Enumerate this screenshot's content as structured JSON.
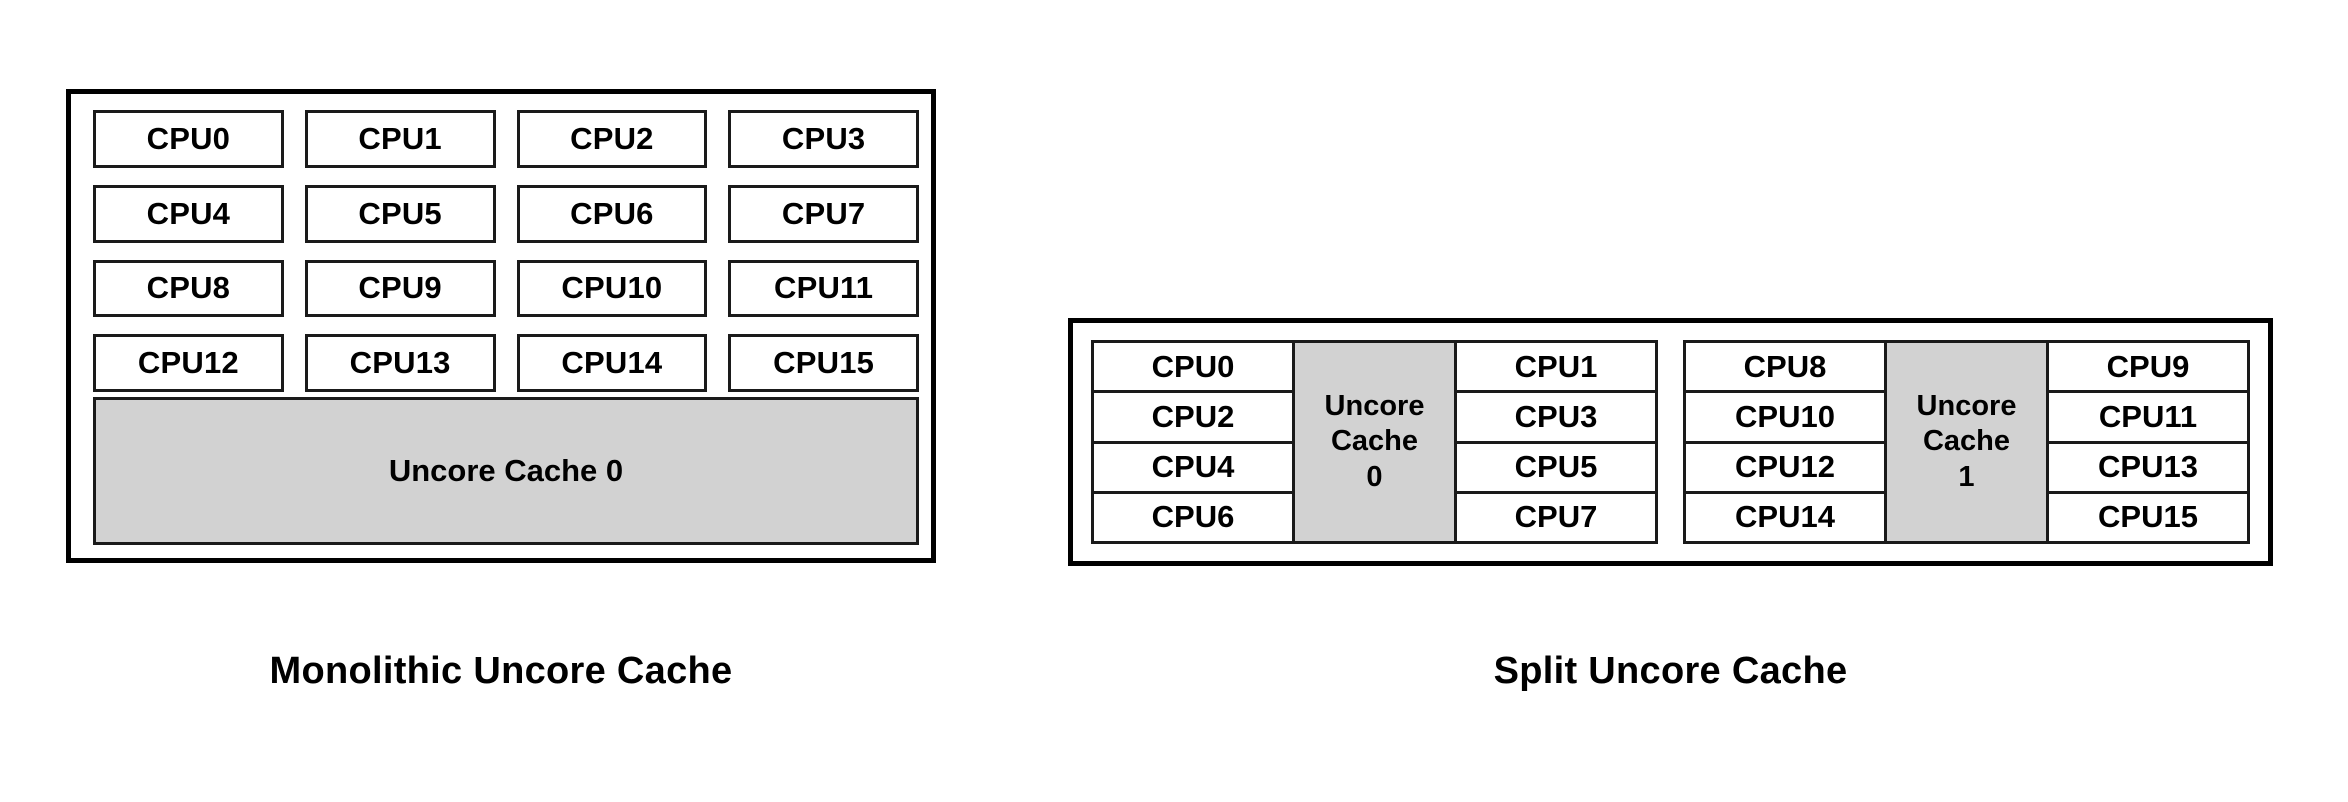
{
  "colors": {
    "cache_fill": "#d2d2d2",
    "box_border": "#1a1a1a",
    "outer_border": "#000000",
    "background": "#ffffff",
    "text": "#000000"
  },
  "monolithic": {
    "caption": "Monolithic Uncore Cache",
    "cpu_grid": {
      "columns": 4,
      "rows": 4,
      "labels": [
        "CPU0",
        "CPU1",
        "CPU2",
        "CPU3",
        "CPU4",
        "CPU5",
        "CPU6",
        "CPU7",
        "CPU8",
        "CPU9",
        "CPU10",
        "CPU11",
        "CPU12",
        "CPU13",
        "CPU14",
        "CPU15"
      ]
    },
    "uncore_cache": {
      "label": "Uncore Cache 0"
    }
  },
  "split": {
    "caption": "Split Uncore Cache",
    "clusters": [
      {
        "left_column": [
          "CPU0",
          "CPU2",
          "CPU4",
          "CPU6"
        ],
        "cache_line1": "Uncore",
        "cache_line2": "Cache",
        "cache_line3": "0",
        "right_column": [
          "CPU1",
          "CPU3",
          "CPU5",
          "CPU7"
        ]
      },
      {
        "left_column": [
          "CPU8",
          "CPU10",
          "CPU12",
          "CPU14"
        ],
        "cache_line1": "Uncore",
        "cache_line2": "Cache",
        "cache_line3": "1",
        "right_column": [
          "CPU9",
          "CPU11",
          "CPU13",
          "CPU15"
        ]
      }
    ]
  }
}
